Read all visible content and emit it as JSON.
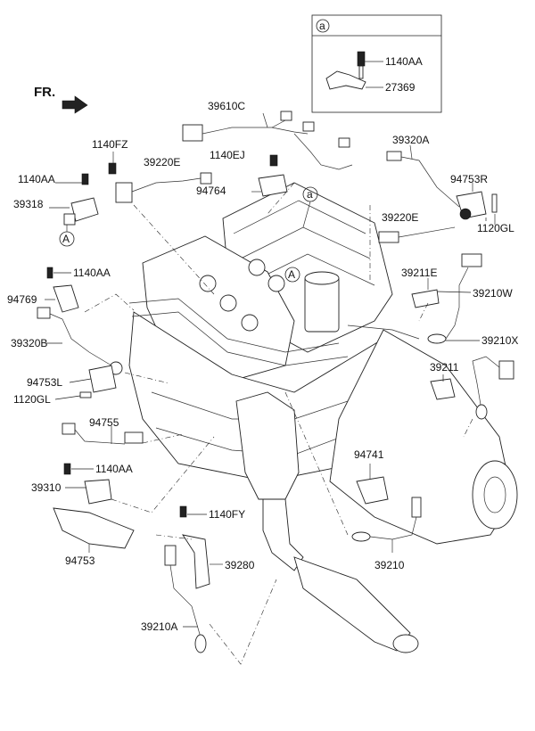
{
  "direction_label": "FR.",
  "callout_box": {
    "marker": "a",
    "labels": [
      "1140AA",
      "27369"
    ]
  },
  "circle_markers": {
    "a": "a",
    "A": "A"
  },
  "part_labels": {
    "p39610C": "39610C",
    "p39320A": "39320A",
    "p1140FZ": "1140FZ",
    "p39220E_top": "39220E",
    "p1140EJ": "1140EJ",
    "p94753R": "94753R",
    "p1140AA_1": "1140AA",
    "p94764": "94764",
    "p39318": "39318",
    "p39220E_right": "39220E",
    "p1120GL_right": "1120GL",
    "p1140AA_2": "1140AA",
    "p39211E": "39211E",
    "p94769": "94769",
    "p39210W": "39210W",
    "p39320B": "39320B",
    "p39210X": "39210X",
    "p94753L": "94753L",
    "p39211": "39211",
    "p1120GL_left": "1120GL",
    "p94755": "94755",
    "p94741": "94741",
    "p1140AA_3": "1140AA",
    "p39310": "39310",
    "p1140FY": "1140FY",
    "p94753": "94753",
    "p39280": "39280",
    "p39210": "39210",
    "p39210A": "39210A"
  }
}
